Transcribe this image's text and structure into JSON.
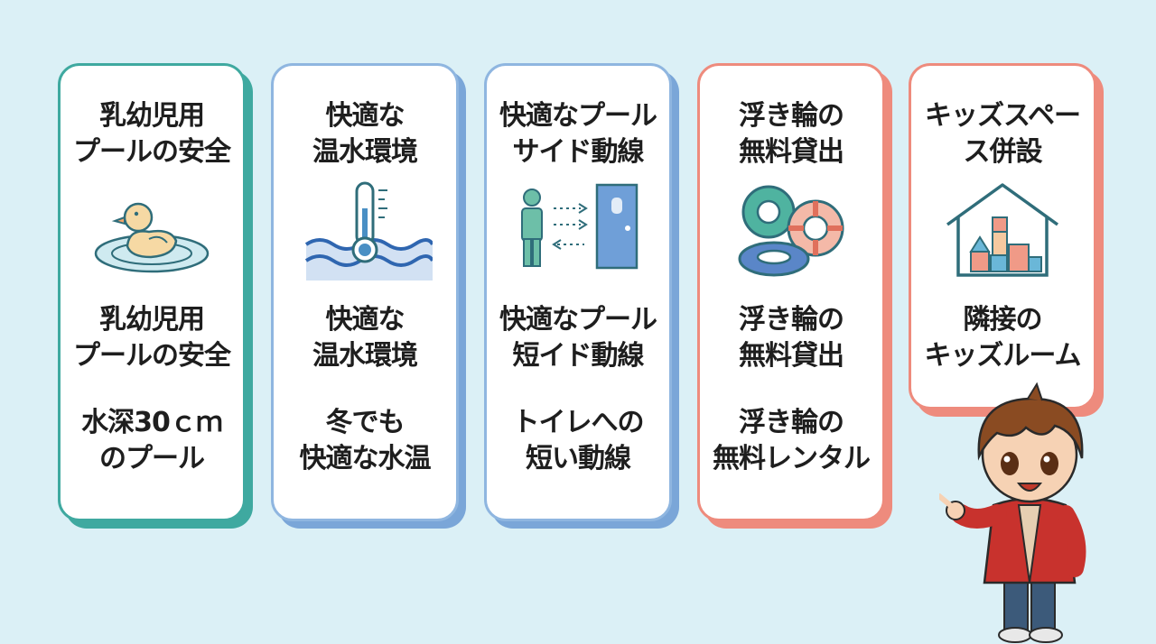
{
  "cards": [
    {
      "title": [
        "乳幼児用",
        "プールの安全"
      ],
      "icon": "rubber-duck-icon",
      "sub1": [
        "乳幼児用",
        "プールの安全"
      ],
      "sub2": [
        "水深30ｃｍ",
        "のプール"
      ],
      "border": "#3fa9a0",
      "shadow": "#3fa9a0"
    },
    {
      "title": [
        "快適な",
        "温水環境"
      ],
      "icon": "thermometer-water-icon",
      "sub1": [
        "快適な",
        "温水環境"
      ],
      "sub2": [
        "冬でも",
        "快適な水温"
      ],
      "border": "#8fb6e0",
      "shadow": "#7aa6d8"
    },
    {
      "title": [
        "快適なプール",
        "サイド動線"
      ],
      "icon": "person-door-icon",
      "sub1": [
        "快適なプール",
        "短イド動線"
      ],
      "sub2": [
        "トイレへの",
        "短い動線"
      ],
      "border": "#8fb6e0",
      "shadow": "#7aa6d8"
    },
    {
      "title": [
        "浮き輪の",
        "無料貸出"
      ],
      "icon": "swim-ring-icon",
      "sub1": [
        "浮き輪の",
        "無料貸出"
      ],
      "sub2": [
        "浮き輪の",
        "無料レンタル"
      ],
      "border": "#ee8b7d",
      "shadow": "#ee8b7d"
    },
    {
      "title": [
        "キッズスペー",
        "ス併設"
      ],
      "icon": "house-blocks-icon",
      "sub1": [
        "隣接の",
        "キッズルーム"
      ],
      "sub2": [],
      "border": "#ee8b7d",
      "shadow": "#ee8b7d"
    }
  ]
}
